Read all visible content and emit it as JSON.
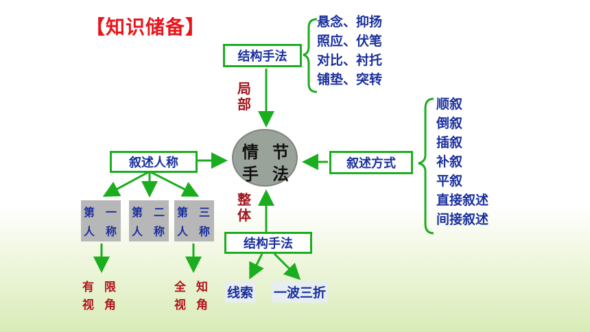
{
  "title": "【知识储备】",
  "top_box": "结构手法",
  "top_list": [
    "悬念、抑扬",
    "照应、伏笔",
    "对比、衬托",
    "铺垫、突转"
  ],
  "partial_label": [
    "局",
    "部"
  ],
  "center": [
    "情",
    "节",
    "手",
    "法"
  ],
  "narrative_person": {
    "label": "叙述人称",
    "items": [
      [
        "第",
        "一",
        "人",
        "称"
      ],
      [
        "第",
        "二",
        "人",
        "称"
      ],
      [
        "第",
        "三",
        "人",
        "称"
      ]
    ],
    "results": [
      [
        "有",
        "限",
        "视",
        "角"
      ],
      [
        "全",
        "知",
        "视",
        "角"
      ]
    ]
  },
  "narrative_method": {
    "label": "叙述方式",
    "items": [
      "顺叙",
      "倒叙",
      "插叙",
      "补叙",
      "平叙",
      "直接叙述",
      "间接叙述"
    ]
  },
  "whole_label": [
    "整",
    "体"
  ],
  "bottom_box": "结构手法",
  "bottom_items": [
    "线索",
    "一波三折"
  ]
}
